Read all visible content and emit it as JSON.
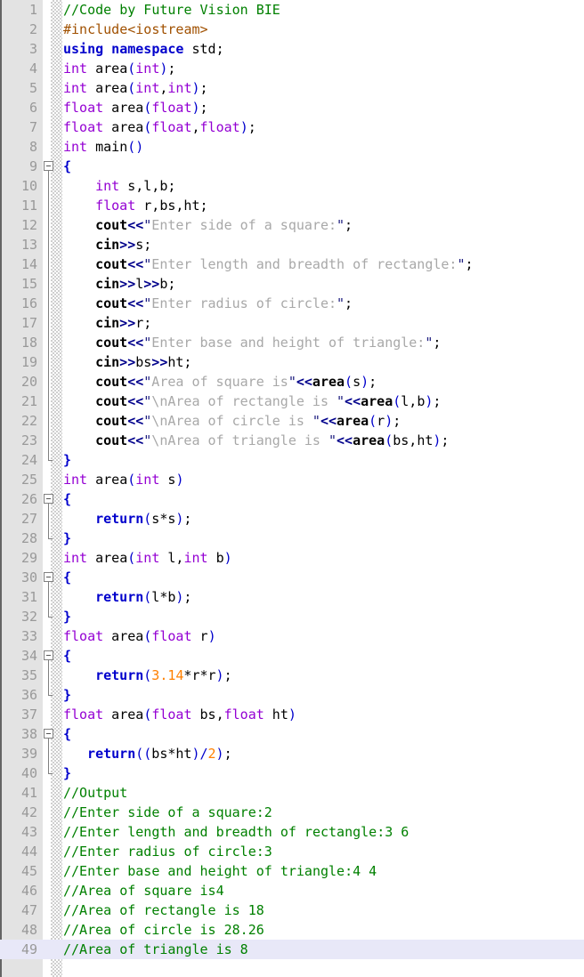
{
  "editor": {
    "language": "C++",
    "total_lines": 49,
    "current_line": 49,
    "colors": {
      "background": "#ffffff",
      "gutter": "#e3e3e3",
      "line_number": "#999999",
      "current_line_highlight": "#e8e8f8",
      "comment": "#008000",
      "preprocessor": "#a05000",
      "keyword": "#0000cc",
      "type": "#9400d3",
      "string": "#a8a8a8",
      "number": "#ff8000",
      "punctuation": "#0000cc",
      "operator": "#00008b",
      "identifier": "#000000"
    }
  },
  "lines": [
    {
      "n": 1,
      "fold": "none",
      "indent": 0,
      "tokens": [
        {
          "t": "//Code by Future Vision BIE",
          "c": "comment"
        }
      ]
    },
    {
      "n": 2,
      "fold": "none",
      "indent": 0,
      "tokens": [
        {
          "t": "#include<iostream>",
          "c": "pre"
        }
      ]
    },
    {
      "n": 3,
      "fold": "none",
      "indent": 0,
      "tokens": [
        {
          "t": "using namespace",
          "c": "keyword"
        },
        {
          "t": " std",
          "c": "plain"
        },
        {
          "t": ";",
          "c": "plain"
        }
      ]
    },
    {
      "n": 4,
      "fold": "none",
      "indent": 0,
      "tokens": [
        {
          "t": "int",
          "c": "type"
        },
        {
          "t": " area",
          "c": "plain"
        },
        {
          "t": "(",
          "c": "punct"
        },
        {
          "t": "int",
          "c": "type"
        },
        {
          "t": ")",
          "c": "punct"
        },
        {
          "t": ";",
          "c": "plain"
        }
      ]
    },
    {
      "n": 5,
      "fold": "none",
      "indent": 0,
      "tokens": [
        {
          "t": "int",
          "c": "type"
        },
        {
          "t": " area",
          "c": "plain"
        },
        {
          "t": "(",
          "c": "punct"
        },
        {
          "t": "int",
          "c": "type"
        },
        {
          "t": ",",
          "c": "plain"
        },
        {
          "t": "int",
          "c": "type"
        },
        {
          "t": ")",
          "c": "punct"
        },
        {
          "t": ";",
          "c": "plain"
        }
      ]
    },
    {
      "n": 6,
      "fold": "none",
      "indent": 0,
      "tokens": [
        {
          "t": "float",
          "c": "type"
        },
        {
          "t": " area",
          "c": "plain"
        },
        {
          "t": "(",
          "c": "punct"
        },
        {
          "t": "float",
          "c": "type"
        },
        {
          "t": ")",
          "c": "punct"
        },
        {
          "t": ";",
          "c": "plain"
        }
      ]
    },
    {
      "n": 7,
      "fold": "none",
      "indent": 0,
      "tokens": [
        {
          "t": "float",
          "c": "type"
        },
        {
          "t": " area",
          "c": "plain"
        },
        {
          "t": "(",
          "c": "punct"
        },
        {
          "t": "float",
          "c": "type"
        },
        {
          "t": ",",
          "c": "plain"
        },
        {
          "t": "float",
          "c": "type"
        },
        {
          "t": ")",
          "c": "punct"
        },
        {
          "t": ";",
          "c": "plain"
        }
      ]
    },
    {
      "n": 8,
      "fold": "none",
      "indent": 0,
      "tokens": [
        {
          "t": "int",
          "c": "type"
        },
        {
          "t": " main",
          "c": "plain"
        },
        {
          "t": "()",
          "c": "punct"
        }
      ]
    },
    {
      "n": 9,
      "fold": "start",
      "indent": 0,
      "tokens": [
        {
          "t": "{",
          "c": "brace"
        }
      ]
    },
    {
      "n": 10,
      "fold": "mid",
      "indent": 4,
      "tokens": [
        {
          "t": "int",
          "c": "type"
        },
        {
          "t": " s,l,b;",
          "c": "plain"
        }
      ]
    },
    {
      "n": 11,
      "fold": "mid",
      "indent": 4,
      "tokens": [
        {
          "t": "float",
          "c": "type"
        },
        {
          "t": " r,bs,ht;",
          "c": "plain"
        }
      ]
    },
    {
      "n": 12,
      "fold": "mid",
      "indent": 4,
      "tokens": [
        {
          "t": "cout",
          "c": "fn"
        },
        {
          "t": "<<",
          "c": "op"
        },
        {
          "t": "\"",
          "c": "quote"
        },
        {
          "t": "Enter side of a square:",
          "c": "string"
        },
        {
          "t": "\"",
          "c": "quote"
        },
        {
          "t": ";",
          "c": "plain"
        }
      ]
    },
    {
      "n": 13,
      "fold": "mid",
      "indent": 4,
      "tokens": [
        {
          "t": "cin",
          "c": "fn"
        },
        {
          "t": ">>",
          "c": "op"
        },
        {
          "t": "s;",
          "c": "plain"
        }
      ]
    },
    {
      "n": 14,
      "fold": "mid",
      "indent": 4,
      "tokens": [
        {
          "t": "cout",
          "c": "fn"
        },
        {
          "t": "<<",
          "c": "op"
        },
        {
          "t": "\"",
          "c": "quote"
        },
        {
          "t": "Enter length and breadth of rectangle:",
          "c": "string"
        },
        {
          "t": "\"",
          "c": "quote"
        },
        {
          "t": ";",
          "c": "plain"
        }
      ]
    },
    {
      "n": 15,
      "fold": "mid",
      "indent": 4,
      "tokens": [
        {
          "t": "cin",
          "c": "fn"
        },
        {
          "t": ">>",
          "c": "op"
        },
        {
          "t": "l",
          "c": "plain"
        },
        {
          "t": ">>",
          "c": "op"
        },
        {
          "t": "b;",
          "c": "plain"
        }
      ]
    },
    {
      "n": 16,
      "fold": "mid",
      "indent": 4,
      "tokens": [
        {
          "t": "cout",
          "c": "fn"
        },
        {
          "t": "<<",
          "c": "op"
        },
        {
          "t": "\"",
          "c": "quote"
        },
        {
          "t": "Enter radius of circle:",
          "c": "string"
        },
        {
          "t": "\"",
          "c": "quote"
        },
        {
          "t": ";",
          "c": "plain"
        }
      ]
    },
    {
      "n": 17,
      "fold": "mid",
      "indent": 4,
      "tokens": [
        {
          "t": "cin",
          "c": "fn"
        },
        {
          "t": ">>",
          "c": "op"
        },
        {
          "t": "r;",
          "c": "plain"
        }
      ]
    },
    {
      "n": 18,
      "fold": "mid",
      "indent": 4,
      "tokens": [
        {
          "t": "cout",
          "c": "fn"
        },
        {
          "t": "<<",
          "c": "op"
        },
        {
          "t": "\"",
          "c": "quote"
        },
        {
          "t": "Enter base and height of triangle:",
          "c": "string"
        },
        {
          "t": "\"",
          "c": "quote"
        },
        {
          "t": ";",
          "c": "plain"
        }
      ]
    },
    {
      "n": 19,
      "fold": "mid",
      "indent": 4,
      "tokens": [
        {
          "t": "cin",
          "c": "fn"
        },
        {
          "t": ">>",
          "c": "op"
        },
        {
          "t": "bs",
          "c": "plain"
        },
        {
          "t": ">>",
          "c": "op"
        },
        {
          "t": "ht;",
          "c": "plain"
        }
      ]
    },
    {
      "n": 20,
      "fold": "mid",
      "indent": 4,
      "tokens": [
        {
          "t": "cout",
          "c": "fn"
        },
        {
          "t": "<<",
          "c": "op"
        },
        {
          "t": "\"",
          "c": "quote"
        },
        {
          "t": "Area of square is",
          "c": "string"
        },
        {
          "t": "\"",
          "c": "quote"
        },
        {
          "t": "<<",
          "c": "op"
        },
        {
          "t": "area",
          "c": "fn"
        },
        {
          "t": "(",
          "c": "punct"
        },
        {
          "t": "s",
          "c": "plain"
        },
        {
          "t": ")",
          "c": "punct"
        },
        {
          "t": ";",
          "c": "plain"
        }
      ]
    },
    {
      "n": 21,
      "fold": "mid",
      "indent": 4,
      "tokens": [
        {
          "t": "cout",
          "c": "fn"
        },
        {
          "t": "<<",
          "c": "op"
        },
        {
          "t": "\"",
          "c": "quote"
        },
        {
          "t": "\\nArea of rectangle is ",
          "c": "string"
        },
        {
          "t": "\"",
          "c": "quote"
        },
        {
          "t": "<<",
          "c": "op"
        },
        {
          "t": "area",
          "c": "fn"
        },
        {
          "t": "(",
          "c": "punct"
        },
        {
          "t": "l,b",
          "c": "plain"
        },
        {
          "t": ")",
          "c": "punct"
        },
        {
          "t": ";",
          "c": "plain"
        }
      ]
    },
    {
      "n": 22,
      "fold": "mid",
      "indent": 4,
      "tokens": [
        {
          "t": "cout",
          "c": "fn"
        },
        {
          "t": "<<",
          "c": "op"
        },
        {
          "t": "\"",
          "c": "quote"
        },
        {
          "t": "\\nArea of circle is ",
          "c": "string"
        },
        {
          "t": "\"",
          "c": "quote"
        },
        {
          "t": "<<",
          "c": "op"
        },
        {
          "t": "area",
          "c": "fn"
        },
        {
          "t": "(",
          "c": "punct"
        },
        {
          "t": "r",
          "c": "plain"
        },
        {
          "t": ")",
          "c": "punct"
        },
        {
          "t": ";",
          "c": "plain"
        }
      ]
    },
    {
      "n": 23,
      "fold": "mid",
      "indent": 4,
      "tokens": [
        {
          "t": "cout",
          "c": "fn"
        },
        {
          "t": "<<",
          "c": "op"
        },
        {
          "t": "\"",
          "c": "quote"
        },
        {
          "t": "\\nArea of triangle is ",
          "c": "string"
        },
        {
          "t": "\"",
          "c": "quote"
        },
        {
          "t": "<<",
          "c": "op"
        },
        {
          "t": "area",
          "c": "fn"
        },
        {
          "t": "(",
          "c": "punct"
        },
        {
          "t": "bs,ht",
          "c": "plain"
        },
        {
          "t": ")",
          "c": "punct"
        },
        {
          "t": ";",
          "c": "plain"
        }
      ]
    },
    {
      "n": 24,
      "fold": "end",
      "indent": 0,
      "tokens": [
        {
          "t": "}",
          "c": "brace"
        }
      ]
    },
    {
      "n": 25,
      "fold": "none",
      "indent": 0,
      "tokens": [
        {
          "t": "int",
          "c": "type"
        },
        {
          "t": " area",
          "c": "plain"
        },
        {
          "t": "(",
          "c": "punct"
        },
        {
          "t": "int",
          "c": "type"
        },
        {
          "t": " s",
          "c": "plain"
        },
        {
          "t": ")",
          "c": "punct"
        }
      ]
    },
    {
      "n": 26,
      "fold": "start",
      "indent": 0,
      "tokens": [
        {
          "t": "{",
          "c": "brace"
        }
      ]
    },
    {
      "n": 27,
      "fold": "mid",
      "indent": 4,
      "tokens": [
        {
          "t": "return",
          "c": "keyword"
        },
        {
          "t": "(",
          "c": "punct"
        },
        {
          "t": "s*s",
          "c": "plain"
        },
        {
          "t": ")",
          "c": "punct"
        },
        {
          "t": ";",
          "c": "plain"
        }
      ]
    },
    {
      "n": 28,
      "fold": "end",
      "indent": 0,
      "tokens": [
        {
          "t": "}",
          "c": "brace"
        }
      ]
    },
    {
      "n": 29,
      "fold": "none",
      "indent": 0,
      "tokens": [
        {
          "t": "int",
          "c": "type"
        },
        {
          "t": " area",
          "c": "plain"
        },
        {
          "t": "(",
          "c": "punct"
        },
        {
          "t": "int",
          "c": "type"
        },
        {
          "t": " l,",
          "c": "plain"
        },
        {
          "t": "int",
          "c": "type"
        },
        {
          "t": " b",
          "c": "plain"
        },
        {
          "t": ")",
          "c": "punct"
        }
      ]
    },
    {
      "n": 30,
      "fold": "start",
      "indent": 0,
      "tokens": [
        {
          "t": "{",
          "c": "brace"
        }
      ]
    },
    {
      "n": 31,
      "fold": "mid",
      "indent": 4,
      "tokens": [
        {
          "t": "return",
          "c": "keyword"
        },
        {
          "t": "(",
          "c": "punct"
        },
        {
          "t": "l*b",
          "c": "plain"
        },
        {
          "t": ")",
          "c": "punct"
        },
        {
          "t": ";",
          "c": "plain"
        }
      ]
    },
    {
      "n": 32,
      "fold": "end",
      "indent": 0,
      "tokens": [
        {
          "t": "}",
          "c": "brace"
        }
      ]
    },
    {
      "n": 33,
      "fold": "none",
      "indent": 0,
      "tokens": [
        {
          "t": "float",
          "c": "type"
        },
        {
          "t": " area",
          "c": "plain"
        },
        {
          "t": "(",
          "c": "punct"
        },
        {
          "t": "float",
          "c": "type"
        },
        {
          "t": " r",
          "c": "plain"
        },
        {
          "t": ")",
          "c": "punct"
        }
      ]
    },
    {
      "n": 34,
      "fold": "start",
      "indent": 0,
      "tokens": [
        {
          "t": "{",
          "c": "brace"
        }
      ]
    },
    {
      "n": 35,
      "fold": "mid",
      "indent": 4,
      "tokens": [
        {
          "t": "return",
          "c": "keyword"
        },
        {
          "t": "(",
          "c": "punct"
        },
        {
          "t": "3.14",
          "c": "number"
        },
        {
          "t": "*r*r",
          "c": "plain"
        },
        {
          "t": ")",
          "c": "punct"
        },
        {
          "t": ";",
          "c": "plain"
        }
      ]
    },
    {
      "n": 36,
      "fold": "end",
      "indent": 0,
      "tokens": [
        {
          "t": "}",
          "c": "brace"
        }
      ]
    },
    {
      "n": 37,
      "fold": "none",
      "indent": 0,
      "tokens": [
        {
          "t": "float",
          "c": "type"
        },
        {
          "t": " area",
          "c": "plain"
        },
        {
          "t": "(",
          "c": "punct"
        },
        {
          "t": "float",
          "c": "type"
        },
        {
          "t": " bs,",
          "c": "plain"
        },
        {
          "t": "float",
          "c": "type"
        },
        {
          "t": " ht",
          "c": "plain"
        },
        {
          "t": ")",
          "c": "punct"
        }
      ]
    },
    {
      "n": 38,
      "fold": "start",
      "indent": 0,
      "tokens": [
        {
          "t": "{",
          "c": "brace"
        }
      ]
    },
    {
      "n": 39,
      "fold": "mid",
      "indent": 3,
      "tokens": [
        {
          "t": "return",
          "c": "keyword"
        },
        {
          "t": "((",
          "c": "punct"
        },
        {
          "t": "bs*ht",
          "c": "plain"
        },
        {
          "t": ")",
          "c": "punct"
        },
        {
          "t": "/",
          "c": "punct"
        },
        {
          "t": "2",
          "c": "number"
        },
        {
          "t": ")",
          "c": "punct"
        },
        {
          "t": ";",
          "c": "plain"
        }
      ]
    },
    {
      "n": 40,
      "fold": "end",
      "indent": 0,
      "tokens": [
        {
          "t": "}",
          "c": "brace"
        }
      ]
    },
    {
      "n": 41,
      "fold": "none",
      "indent": 0,
      "tokens": [
        {
          "t": "//Output",
          "c": "comment"
        }
      ]
    },
    {
      "n": 42,
      "fold": "none",
      "indent": 0,
      "tokens": [
        {
          "t": "//Enter side of a square:2",
          "c": "comment"
        }
      ]
    },
    {
      "n": 43,
      "fold": "none",
      "indent": 0,
      "tokens": [
        {
          "t": "//Enter length and breadth of rectangle:3 6",
          "c": "comment"
        }
      ]
    },
    {
      "n": 44,
      "fold": "none",
      "indent": 0,
      "tokens": [
        {
          "t": "//Enter radius of circle:3",
          "c": "comment"
        }
      ]
    },
    {
      "n": 45,
      "fold": "none",
      "indent": 0,
      "tokens": [
        {
          "t": "//Enter base and height of triangle:4 4",
          "c": "comment"
        }
      ]
    },
    {
      "n": 46,
      "fold": "none",
      "indent": 0,
      "tokens": [
        {
          "t": "//Area of square is4",
          "c": "comment"
        }
      ]
    },
    {
      "n": 47,
      "fold": "none",
      "indent": 0,
      "tokens": [
        {
          "t": "//Area of rectangle is 18",
          "c": "comment"
        }
      ]
    },
    {
      "n": 48,
      "fold": "none",
      "indent": 0,
      "tokens": [
        {
          "t": "//Area of circle is 28.26",
          "c": "comment"
        }
      ]
    },
    {
      "n": 49,
      "fold": "none",
      "indent": 0,
      "tokens": [
        {
          "t": "//Area of triangle is 8",
          "c": "comment"
        }
      ]
    }
  ]
}
